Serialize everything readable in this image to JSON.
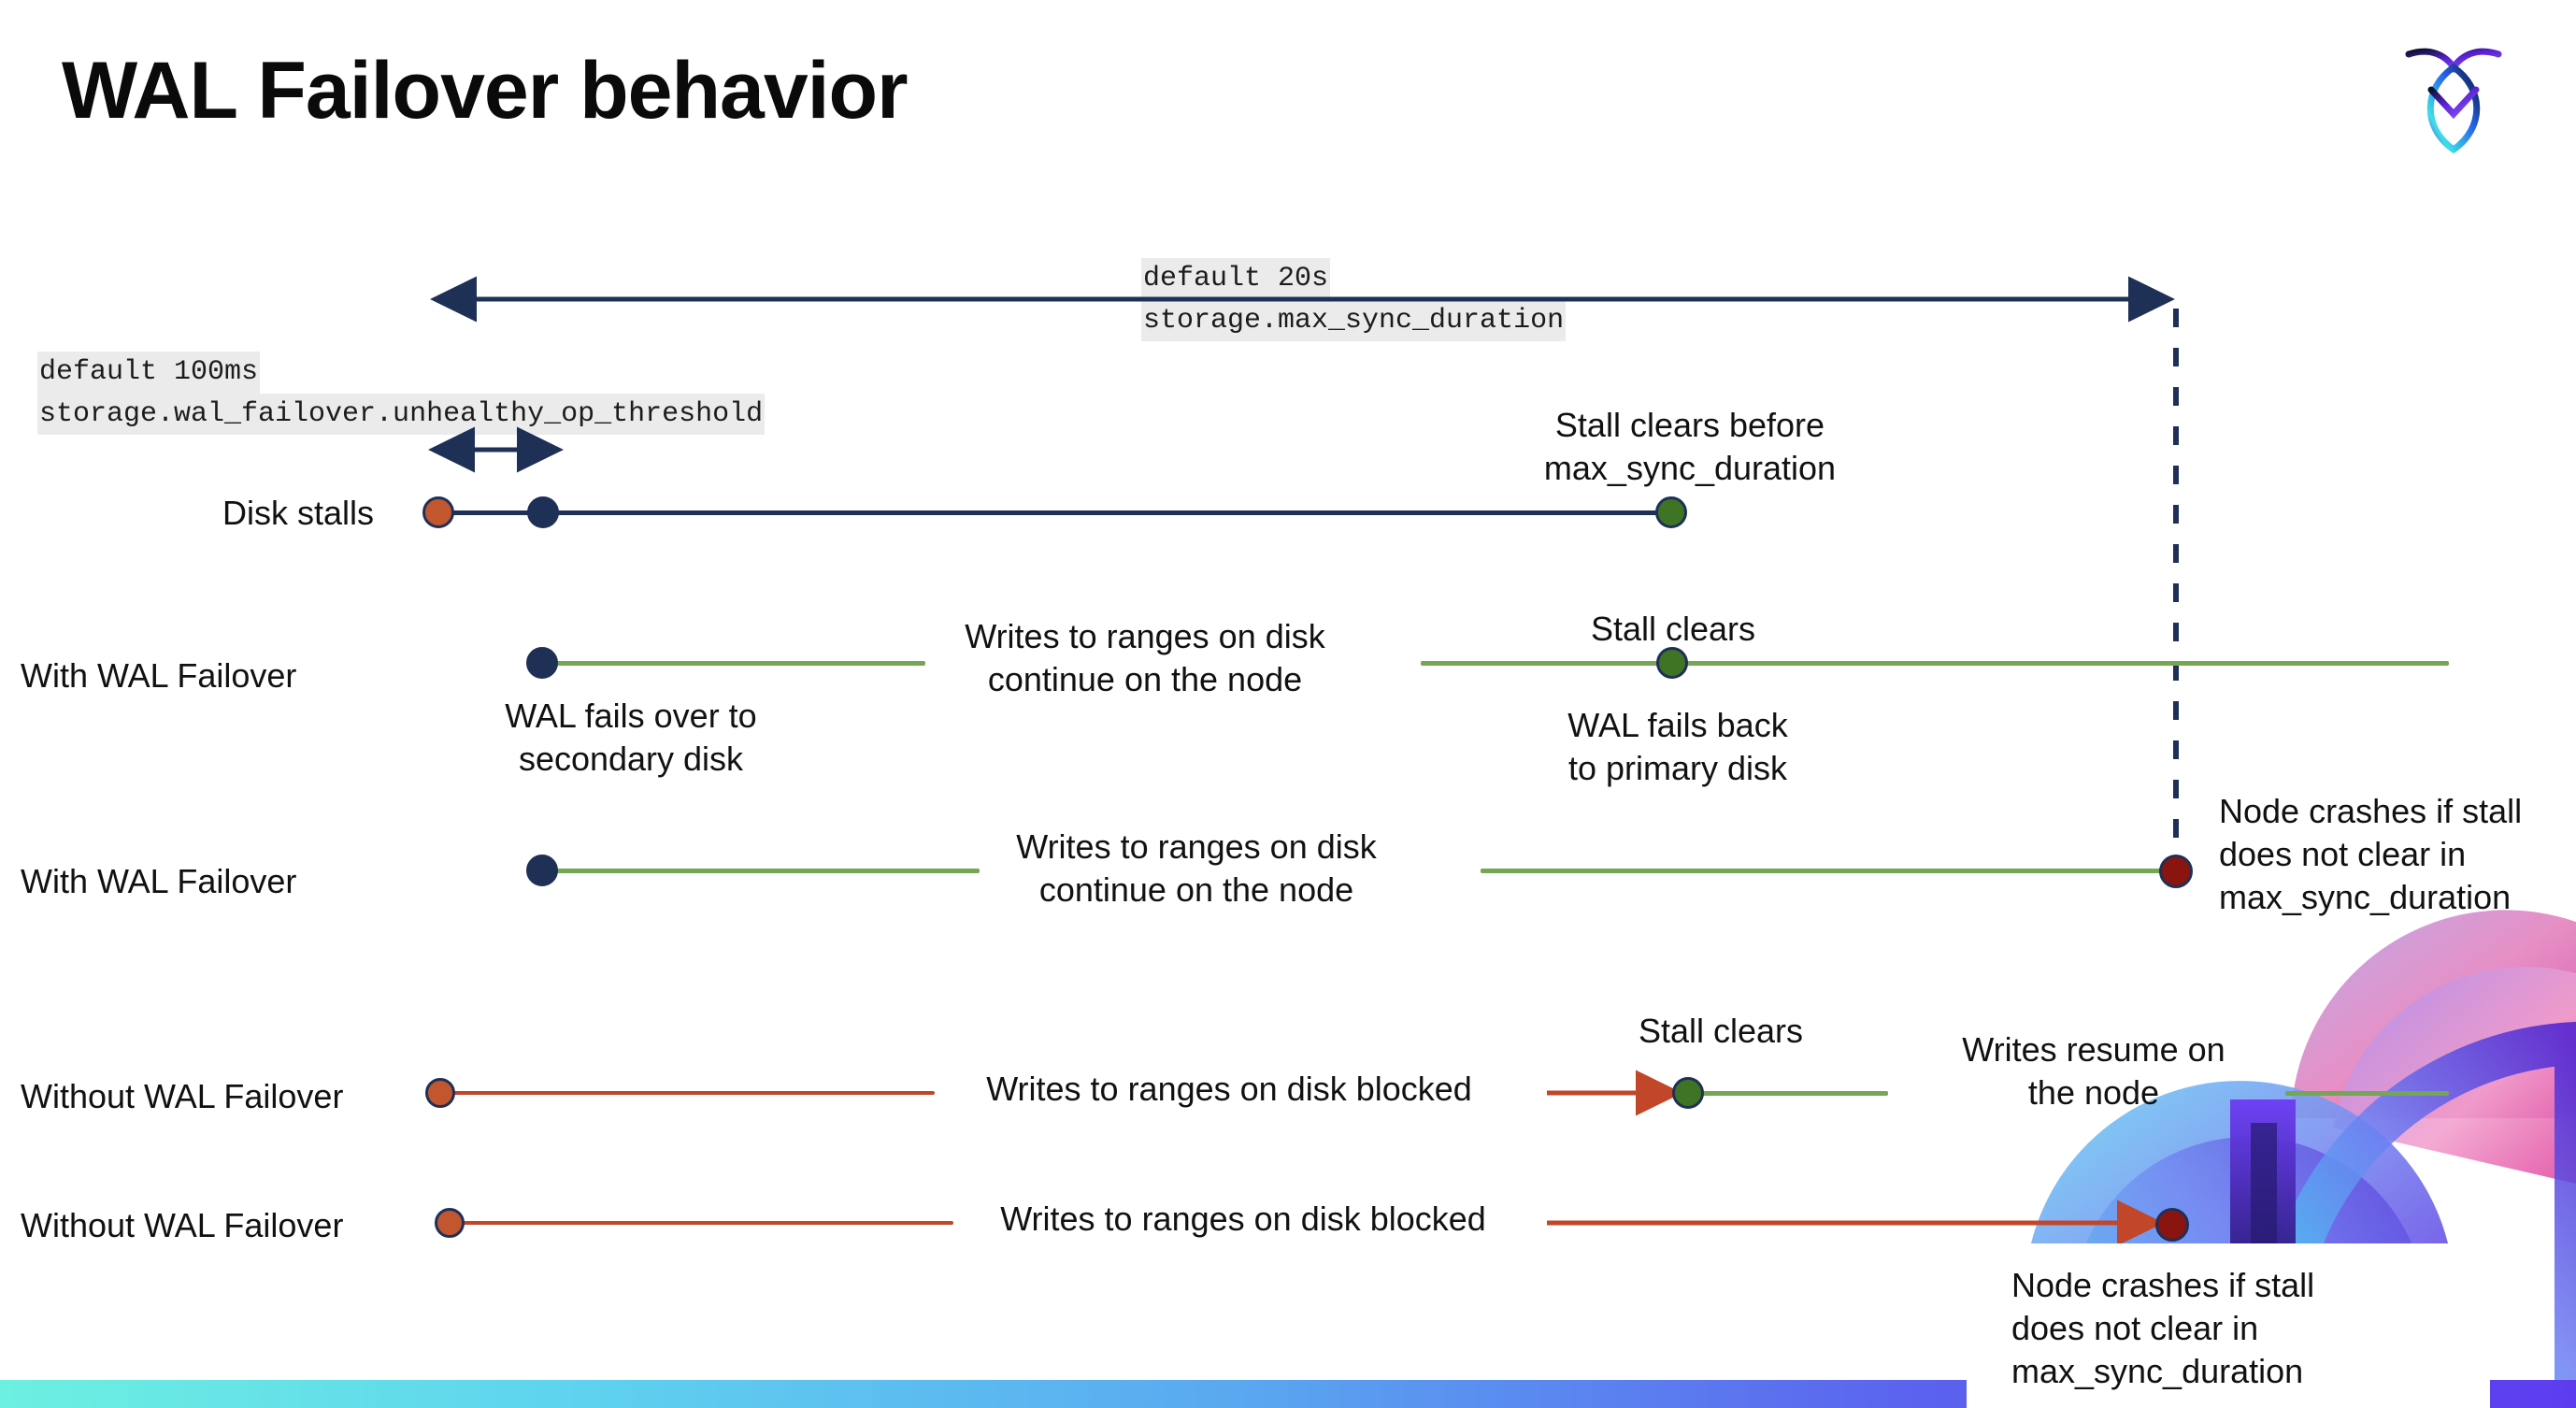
{
  "slide": {
    "title": "WAL Failover behavior",
    "logo_name": "cockroachdb-logo"
  },
  "settings": {
    "max_sync": {
      "default_line": "default 20s",
      "setting_line": "storage.max_sync_duration"
    },
    "unhealthy_op": {
      "default_line": "default 100ms",
      "setting_line": "storage.wal_failover.unhealthy_op_threshold"
    }
  },
  "rows": {
    "disk_stalls": {
      "label": "Disk stalls",
      "note": "Stall clears before\nmax_sync_duration"
    },
    "with_failover_1": {
      "label": "With WAL Failover",
      "note_start": "WAL fails over to\nsecondary disk",
      "note_mid": "Writes to ranges on disk\ncontinue on the node",
      "note_clear": "Stall clears",
      "note_back": "WAL fails  back\nto primary disk"
    },
    "with_failover_2": {
      "label": "With WAL Failover",
      "note_mid": "Writes to ranges on disk\ncontinue on the node",
      "note_crash": "Node crashes if stall\ndoes not clear in\nmax_sync_duration"
    },
    "without_failover_1": {
      "label": "Without WAL Failover",
      "note_blocked": "Writes to ranges on disk  blocked",
      "note_clear": "Stall clears",
      "note_resume": "Writes resume on\nthe node"
    },
    "without_failover_2": {
      "label": "Without WAL Failover",
      "note_blocked": "Writes to ranges on disk  blocked",
      "note_crash": "Node crashes if stall\ndoes not clear in\nmax_sync_duration"
    }
  },
  "colors": {
    "navy": "#1f3057",
    "green_line": "#74a653",
    "green_dot": "#3f7424",
    "red_line": "#c1462a",
    "orange_dot": "#c1562f",
    "dark_red_dot": "#8a1410",
    "code_bg": "#ebebeb"
  }
}
